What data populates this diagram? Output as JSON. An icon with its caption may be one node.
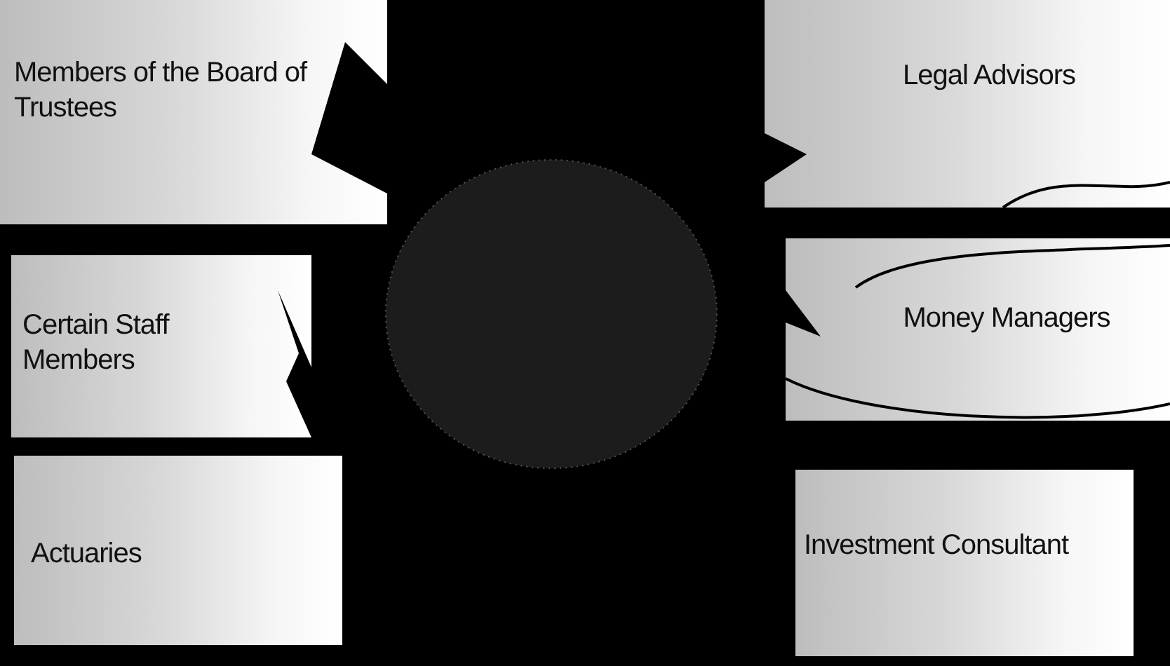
{
  "diagram": {
    "nodes": [
      {
        "text": [
          "Members of the Board of Trustees"
        ]
      },
      {
        "text": [
          "Legal Advisors"
        ]
      },
      {
        "text": [
          "Certain Staff Members"
        ]
      },
      {
        "text": [
          "Money Managers"
        ]
      },
      {
        "text": [
          "Actuaries"
        ]
      },
      {
        "text": [
          "Investment Consultant"
        ]
      },
      {
        "text": [],
        "shape": "circle"
      }
    ]
  }
}
